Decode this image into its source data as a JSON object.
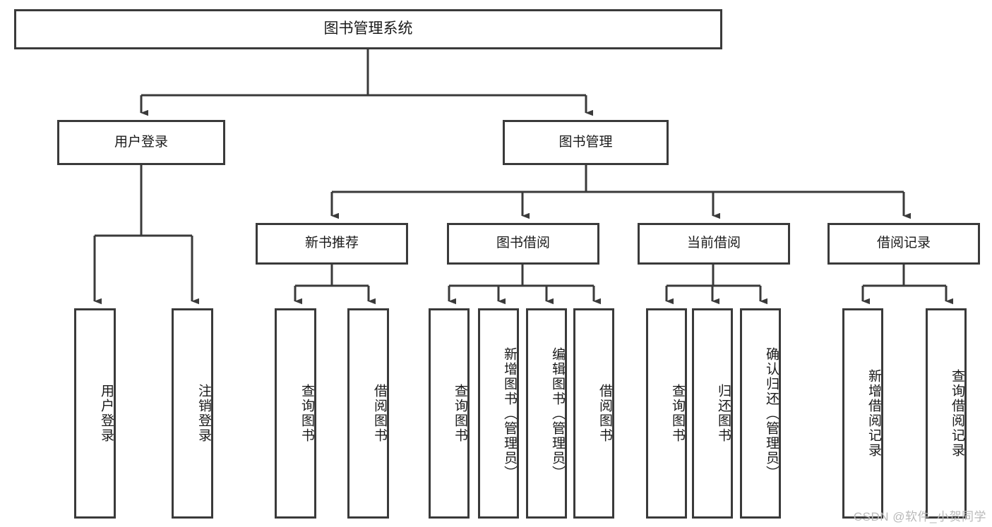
{
  "diagram": {
    "title_node": {
      "label": "图书管理系统"
    },
    "level1": [
      {
        "id": "user-login",
        "label": "用户登录"
      },
      {
        "id": "book-management",
        "label": "图书管理"
      }
    ],
    "level2": [
      {
        "id": "new-book-recommend",
        "label": "新书推荐"
      },
      {
        "id": "book-borrow",
        "label": "图书借阅"
      },
      {
        "id": "current-borrow",
        "label": "当前借阅"
      },
      {
        "id": "borrow-record",
        "label": "借阅记录"
      }
    ],
    "leaves": {
      "user_login": [
        {
          "id": "leaf-user-login",
          "label": "用户登录"
        },
        {
          "id": "leaf-logout-login",
          "label": "注销登录"
        }
      ],
      "new_book_recommend": [
        {
          "id": "leaf-query-book-1",
          "label": "查询图书"
        },
        {
          "id": "leaf-borrow-book-1",
          "label": "借阅图书"
        }
      ],
      "book_borrow": [
        {
          "id": "leaf-query-book-2",
          "label": "查询图书"
        },
        {
          "id": "leaf-add-book",
          "label": "新增图书（管理员）"
        },
        {
          "id": "leaf-edit-book",
          "label": "编辑图书（管理员）"
        },
        {
          "id": "leaf-borrow-book-2",
          "label": "借阅图书"
        }
      ],
      "current_borrow": [
        {
          "id": "leaf-query-book-3",
          "label": "查询图书"
        },
        {
          "id": "leaf-return-book",
          "label": "归还图书"
        },
        {
          "id": "leaf-confirm-return",
          "label": "确认归还（管理员）"
        }
      ],
      "borrow_record": [
        {
          "id": "leaf-add-record",
          "label": "新增借阅记录"
        },
        {
          "id": "leaf-query-record",
          "label": "查询借阅记录"
        }
      ]
    }
  },
  "watermark": {
    "text": "CSDN @软件_小贺同学"
  },
  "colors": {
    "stroke": "#3a3a3a",
    "fill": "#ffffff",
    "text": "#1a1a1a",
    "watermark": "#b9b9b9"
  }
}
